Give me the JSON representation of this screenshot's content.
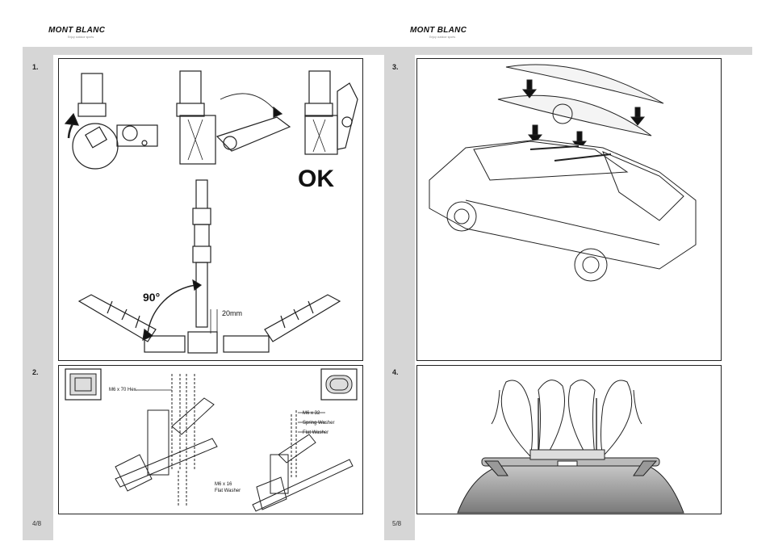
{
  "brand": {
    "name": "MONT BLANC",
    "tagline": "Enjoy outdoor sports"
  },
  "left_page": {
    "number": "4/8",
    "steps": [
      {
        "label": "1.",
        "ok_text": "OK",
        "angle_text": "90°",
        "measure_text": "20mm"
      },
      {
        "label": "2.",
        "callouts": [
          "M6 x 70 Hex",
          "M6 x 16",
          "Flat Washer",
          "M6 x 32",
          "Spring Washer",
          "Flat Washer"
        ]
      }
    ]
  },
  "right_page": {
    "number": "5/8",
    "steps": [
      {
        "label": "3."
      },
      {
        "label": "4."
      }
    ]
  }
}
